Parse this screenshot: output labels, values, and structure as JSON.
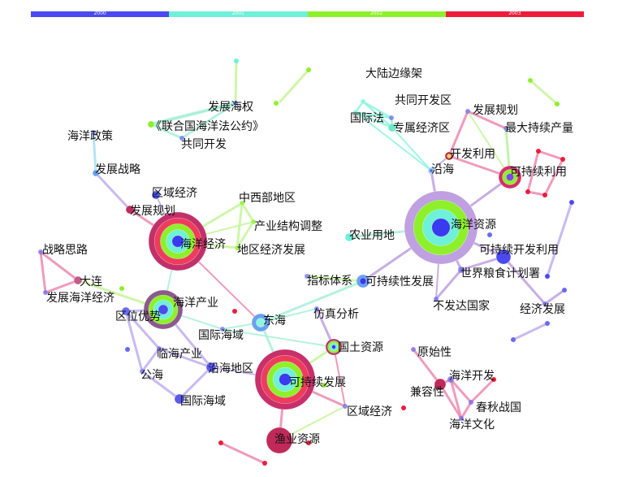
{
  "timeline": [
    {
      "label": "2000",
      "color": "#4a4af0"
    },
    {
      "label": "2001",
      "color": "#6ff0d8"
    },
    {
      "label": "2002",
      "color": "#8ef02a"
    },
    {
      "label": "2003",
      "color": "#ee1c3c"
    }
  ],
  "nodes": [
    {
      "id": "n01",
      "label": "大陆边缘架",
      "rings": [
        "#8ff5df"
      ]
    },
    {
      "id": "n02",
      "label": "共同开发区",
      "rings": []
    },
    {
      "id": "n03",
      "label": "国际法",
      "rings": [
        "#8ff5df"
      ]
    },
    {
      "id": "n04",
      "label": "专属经济区",
      "rings": [
        "#6fe8c8"
      ]
    },
    {
      "id": "n05",
      "label": "发展规划",
      "rings": []
    },
    {
      "id": "n06",
      "label": "最大持续产量",
      "rings": []
    },
    {
      "id": "n07",
      "label": "开发利用",
      "rings": [
        "#b7282f",
        "#e1d96a"
      ]
    },
    {
      "id": "n08",
      "label": "沿海",
      "rings": [
        "#8fd2e8",
        "#6a5cf0"
      ]
    },
    {
      "id": "n09",
      "label": "可持续利用",
      "rings": [
        "#d2306a",
        "#8ef02a",
        "#7a4ae8"
      ]
    },
    {
      "id": "n10",
      "label": "发展海权",
      "rings": []
    },
    {
      "id": "n11",
      "label": "《联合国海洋法公约》",
      "rings": [
        "#8ef02a"
      ]
    },
    {
      "id": "n12",
      "label": "共同开发",
      "rings": []
    },
    {
      "id": "n13",
      "label": "海洋政策",
      "rings": []
    },
    {
      "id": "n14",
      "label": "发展战略",
      "rings": [
        "#6aa0f0"
      ]
    },
    {
      "id": "n15",
      "label": "区域经济",
      "rings": [
        "#4a5af0"
      ]
    },
    {
      "id": "n16",
      "label": "发展规划",
      "rings": [
        "#c02a5a"
      ]
    },
    {
      "id": "n17",
      "label": "中西部地区",
      "rings": [
        "#9ef54a"
      ]
    },
    {
      "id": "n18",
      "label": "产业结构调整",
      "rings": [
        "#9ef54a"
      ]
    },
    {
      "id": "n19",
      "label": "地区经济发展",
      "rings": [
        "#9ef54a"
      ]
    },
    {
      "id": "n20",
      "label": "海洋经济",
      "rings": [
        "#c2306a",
        "#ee3c5c",
        "#8ef02a",
        "#6ff0d8",
        "#3a3af0"
      ]
    },
    {
      "id": "n21",
      "label": "战略思路",
      "rings": []
    },
    {
      "id": "n22",
      "label": "大连",
      "rings": [
        "#c85a8a"
      ]
    },
    {
      "id": "n23",
      "label": "发展海洋经济",
      "rings": []
    },
    {
      "id": "n24",
      "label": "海洋资源",
      "rings": [
        "#bfa0e0",
        "#8ef02a",
        "#6ff0d8",
        "#3a3af0"
      ]
    },
    {
      "id": "n25",
      "label": "农业用地",
      "rings": [
        "#6ff0d8"
      ]
    },
    {
      "id": "n26",
      "label": "可持续开发利用",
      "rings": [
        "#4a4af0"
      ]
    },
    {
      "id": "n27",
      "label": "世界粮食计划署",
      "rings": []
    },
    {
      "id": "n28",
      "label": "指标体系",
      "rings": []
    },
    {
      "id": "n29",
      "label": "可持续性发展",
      "rings": [
        "#6aa0f0",
        "#3a3af0"
      ]
    },
    {
      "id": "n30",
      "label": "不发达国家",
      "rings": []
    },
    {
      "id": "n31",
      "label": "经济发展",
      "rings": []
    },
    {
      "id": "n32",
      "label": "海洋产业",
      "rings": [
        "#8c5a8a",
        "#8ef02a",
        "#6ff0d8",
        "#4a4af0"
      ]
    },
    {
      "id": "n33",
      "label": "区位优势",
      "rings": [
        "#6a6af0"
      ]
    },
    {
      "id": "n34",
      "label": "东海",
      "rings": [
        "#6aa0f0",
        "#8ff5df"
      ]
    },
    {
      "id": "n35",
      "label": "仿真分析",
      "rings": []
    },
    {
      "id": "n36",
      "label": "国际海域",
      "rings": []
    },
    {
      "id": "n37",
      "label": "临海产业",
      "rings": []
    },
    {
      "id": "n38",
      "label": "沿海地区",
      "rings": [
        "#5a5af0"
      ]
    },
    {
      "id": "n39",
      "label": "国土资源",
      "rings": [
        "#b0306a",
        "#8ef02a",
        "#6ff0d8",
        "#3a3af0"
      ]
    },
    {
      "id": "n40",
      "label": "公海",
      "rings": []
    },
    {
      "id": "n41",
      "label": "可持续发展",
      "rings": [
        "#c8306a",
        "#ee3c5c",
        "#8ef02a",
        "#6ff0d8",
        "#3a3af0"
      ]
    },
    {
      "id": "n42",
      "label": "国际海域",
      "rings": [
        "#5a5af0"
      ]
    },
    {
      "id": "n43",
      "label": "区域经济",
      "rings": []
    },
    {
      "id": "n44",
      "label": "原始性",
      "rings": []
    },
    {
      "id": "n45",
      "label": "海洋开发",
      "rings": []
    },
    {
      "id": "n46",
      "label": "兼容性",
      "rings": [
        "#c02a5a"
      ]
    },
    {
      "id": "n47",
      "label": "春秋战国",
      "rings": []
    },
    {
      "id": "n48",
      "label": "海洋文化",
      "rings": []
    },
    {
      "id": "n49",
      "label": "渔业资源",
      "rings": [
        "#c02a5a"
      ]
    }
  ]
}
